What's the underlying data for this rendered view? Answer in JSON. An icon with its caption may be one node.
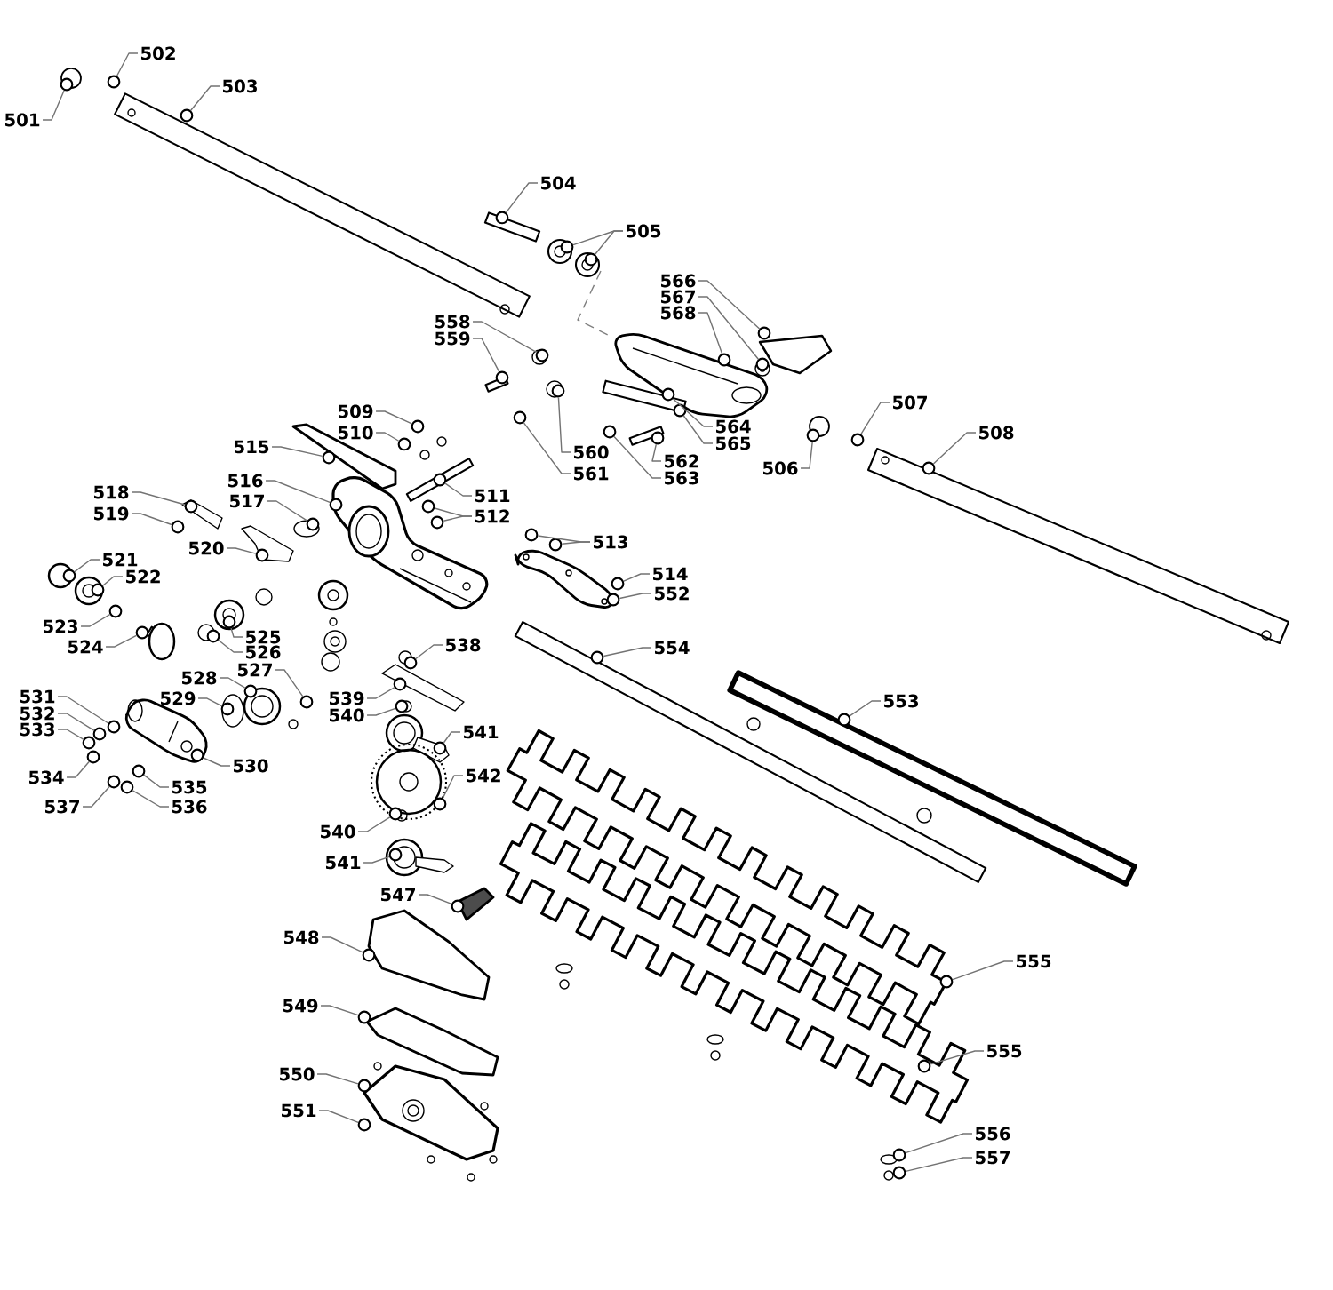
{
  "diagram": {
    "nodes": [
      {
        "text": [
          "501"
        ]
      },
      {
        "text": [
          "502"
        ]
      },
      {
        "text": [
          "503"
        ]
      },
      {
        "text": [
          "504"
        ]
      },
      {
        "text": [
          "505"
        ]
      },
      {
        "text": [
          "506"
        ]
      },
      {
        "text": [
          "507"
        ]
      },
      {
        "text": [
          "508"
        ]
      },
      {
        "text": [
          "509"
        ]
      },
      {
        "text": [
          "510"
        ]
      },
      {
        "text": [
          "511"
        ]
      },
      {
        "text": [
          "512"
        ]
      },
      {
        "text": [
          "513"
        ]
      },
      {
        "text": [
          "514"
        ]
      },
      {
        "text": [
          "515"
        ]
      },
      {
        "text": [
          "516"
        ]
      },
      {
        "text": [
          "517"
        ]
      },
      {
        "text": [
          "518"
        ]
      },
      {
        "text": [
          "519"
        ]
      },
      {
        "text": [
          "520"
        ]
      },
      {
        "text": [
          "521"
        ]
      },
      {
        "text": [
          "522"
        ]
      },
      {
        "text": [
          "523"
        ]
      },
      {
        "text": [
          "524"
        ]
      },
      {
        "text": [
          "525"
        ]
      },
      {
        "text": [
          "526"
        ]
      },
      {
        "text": [
          "527"
        ]
      },
      {
        "text": [
          "528"
        ]
      },
      {
        "text": [
          "529"
        ]
      },
      {
        "text": [
          "530"
        ]
      },
      {
        "text": [
          "531"
        ]
      },
      {
        "text": [
          "532"
        ]
      },
      {
        "text": [
          "533"
        ]
      },
      {
        "text": [
          "534"
        ]
      },
      {
        "text": [
          "535"
        ]
      },
      {
        "text": [
          "536"
        ]
      },
      {
        "text": [
          "537"
        ]
      },
      {
        "text": [
          "538"
        ]
      },
      {
        "text": [
          "539"
        ]
      },
      {
        "text": [
          "540"
        ]
      },
      {
        "text": [
          "541"
        ]
      },
      {
        "text": [
          "542"
        ]
      },
      {
        "text": [
          "540"
        ]
      },
      {
        "text": [
          "541"
        ]
      },
      {
        "text": [
          "547"
        ]
      },
      {
        "text": [
          "548"
        ]
      },
      {
        "text": [
          "549"
        ]
      },
      {
        "text": [
          "550"
        ]
      },
      {
        "text": [
          "551"
        ]
      },
      {
        "text": [
          "552"
        ]
      },
      {
        "text": [
          "553"
        ]
      },
      {
        "text": [
          "554"
        ]
      },
      {
        "text": [
          "555"
        ]
      },
      {
        "text": [
          "555"
        ]
      },
      {
        "text": [
          "556"
        ]
      },
      {
        "text": [
          "557"
        ]
      },
      {
        "text": [
          "558"
        ]
      },
      {
        "text": [
          "559"
        ]
      },
      {
        "text": [
          "560"
        ]
      },
      {
        "text": [
          "561"
        ]
      },
      {
        "text": [
          "562"
        ]
      },
      {
        "text": [
          "563"
        ]
      },
      {
        "text": [
          "564"
        ]
      },
      {
        "text": [
          "565"
        ]
      },
      {
        "text": [
          "566"
        ]
      },
      {
        "text": [
          "567"
        ]
      },
      {
        "text": [
          "568"
        ]
      },
      {
        "text": [],
        "shape": "circle"
      },
      {
        "text": [],
        "shape": "circle"
      },
      {
        "text": [],
        "shape": "circle"
      },
      {
        "text": [],
        "shape": "circle"
      },
      {
        "text": [],
        "shape": "circle"
      },
      {
        "text": [],
        "shape": "circle"
      },
      {
        "text": [],
        "shape": "circle"
      },
      {
        "text": [],
        "shape": "circle"
      },
      {
        "text": [],
        "shape": "circle"
      },
      {
        "text": [],
        "shape": "circle"
      },
      {
        "text": [],
        "shape": "circle"
      },
      {
        "text": [],
        "shape": "circle"
      },
      {
        "text": [],
        "shape": "circle"
      },
      {
        "text": [],
        "shape": "circle"
      },
      {
        "text": [],
        "shape": "circle"
      },
      {
        "text": [],
        "shape": "circle"
      },
      {
        "text": [],
        "shape": "circle"
      },
      {
        "text": [],
        "shape": "circle"
      },
      {
        "text": [],
        "shape": "circle"
      },
      {
        "text": [],
        "shape": "circle"
      },
      {
        "text": [],
        "shape": "circle"
      },
      {
        "text": [],
        "shape": "circle"
      },
      {
        "text": [],
        "shape": "circle"
      },
      {
        "text": [],
        "shape": "circle"
      },
      {
        "text": [],
        "shape": "circle"
      },
      {
        "text": [],
        "shape": "circle"
      },
      {
        "text": [],
        "shape": "circle"
      },
      {
        "text": [],
        "shape": "circle"
      },
      {
        "text": [],
        "shape": "circle"
      },
      {
        "text": [],
        "shape": "circle"
      },
      {
        "text": [],
        "shape": "circle"
      },
      {
        "text": [],
        "shape": "circle"
      },
      {
        "text": [],
        "shape": "circle"
      },
      {
        "text": [],
        "shape": "circle"
      },
      {
        "text": [],
        "shape": "circle"
      },
      {
        "text": [],
        "shape": "circle"
      },
      {
        "text": [],
        "shape": "circle"
      },
      {
        "text": [],
        "shape": "circle"
      },
      {
        "text": [],
        "shape": "circle"
      },
      {
        "text": [],
        "shape": "circle"
      },
      {
        "text": [],
        "shape": "circle"
      },
      {
        "text": [],
        "shape": "circle"
      },
      {
        "text": [],
        "shape": "circle"
      },
      {
        "text": [],
        "shape": "circle"
      },
      {
        "text": [],
        "shape": "circle"
      },
      {
        "text": [],
        "shape": "circle"
      },
      {
        "text": [],
        "shape": "circle"
      },
      {
        "text": [],
        "shape": "circle"
      },
      {
        "text": [],
        "shape": "circle"
      },
      {
        "text": [],
        "shape": "circle"
      },
      {
        "text": [],
        "shape": "circle"
      },
      {
        "text": [],
        "shape": "circle"
      },
      {
        "text": [],
        "shape": "circle"
      },
      {
        "text": [],
        "shape": "circle"
      },
      {
        "text": [],
        "shape": "circle"
      },
      {
        "text": [],
        "shape": "circle"
      },
      {
        "text": [],
        "shape": "circle"
      },
      {
        "text": [],
        "shape": "circle"
      },
      {
        "text": [],
        "shape": "circle"
      },
      {
        "text": [],
        "shape": "circle"
      },
      {
        "text": [],
        "shape": "circle"
      },
      {
        "text": [],
        "shape": "circle"
      },
      {
        "text": [],
        "shape": "circle"
      },
      {
        "text": [],
        "shape": "circle"
      },
      {
        "text": [],
        "shape": "circle"
      },
      {
        "text": [],
        "shape": "circle"
      },
      {
        "text": [],
        "shape": "circle"
      },
      {
        "text": [],
        "shape": "circle"
      },
      {
        "text": [],
        "shape": "circle"
      },
      {
        "text": [],
        "shape": "circle"
      }
    ],
    "edges": [
      {
        "from": 0,
        "to": 67,
        "arrow": "none"
      },
      {
        "from": 1,
        "to": 68,
        "arrow": "none"
      },
      {
        "from": 2,
        "to": 69,
        "arrow": "none"
      },
      {
        "from": 3,
        "to": 70,
        "arrow": "none"
      },
      {
        "from": 4,
        "to": 71,
        "arrow": "none"
      },
      {
        "from": 4,
        "to": 72,
        "arrow": "none"
      },
      {
        "from": 5,
        "to": 73,
        "arrow": "none"
      },
      {
        "from": 6,
        "to": 74,
        "arrow": "none"
      },
      {
        "from": 7,
        "to": 75,
        "arrow": "none"
      },
      {
        "from": 8,
        "to": 76,
        "arrow": "none"
      },
      {
        "from": 9,
        "to": 77,
        "arrow": "none"
      },
      {
        "from": 10,
        "to": 78,
        "arrow": "none"
      },
      {
        "from": 11,
        "to": 79,
        "arrow": "none"
      },
      {
        "from": 11,
        "to": 80,
        "arrow": "none"
      },
      {
        "from": 12,
        "to": 81,
        "arrow": "none"
      },
      {
        "from": 12,
        "to": 82,
        "arrow": "none"
      },
      {
        "from": 13,
        "to": 83,
        "arrow": "none"
      },
      {
        "from": 14,
        "to": 84,
        "arrow": "none"
      },
      {
        "from": 15,
        "to": 85,
        "arrow": "none"
      },
      {
        "from": 16,
        "to": 86,
        "arrow": "none"
      },
      {
        "from": 17,
        "to": 87,
        "arrow": "none"
      },
      {
        "from": 18,
        "to": 88,
        "arrow": "none"
      },
      {
        "from": 19,
        "to": 89,
        "arrow": "none"
      },
      {
        "from": 20,
        "to": 90,
        "arrow": "none"
      },
      {
        "from": 21,
        "to": 91,
        "arrow": "none"
      },
      {
        "from": 22,
        "to": 92,
        "arrow": "none"
      },
      {
        "from": 23,
        "to": 93,
        "arrow": "none"
      },
      {
        "from": 24,
        "to": 94,
        "arrow": "none"
      },
      {
        "from": 25,
        "to": 95,
        "arrow": "none"
      },
      {
        "from": 26,
        "to": 96,
        "arrow": "none"
      },
      {
        "from": 27,
        "to": 97,
        "arrow": "none"
      },
      {
        "from": 28,
        "to": 98,
        "arrow": "none"
      },
      {
        "from": 29,
        "to": 99,
        "arrow": "none"
      },
      {
        "from": 30,
        "to": 100,
        "arrow": "none"
      },
      {
        "from": 31,
        "to": 101,
        "arrow": "none"
      },
      {
        "from": 32,
        "to": 102,
        "arrow": "none"
      },
      {
        "from": 33,
        "to": 103,
        "arrow": "none"
      },
      {
        "from": 34,
        "to": 104,
        "arrow": "none"
      },
      {
        "from": 35,
        "to": 105,
        "arrow": "none"
      },
      {
        "from": 36,
        "to": 106,
        "arrow": "none"
      },
      {
        "from": 37,
        "to": 107,
        "arrow": "none"
      },
      {
        "from": 38,
        "to": 108,
        "arrow": "none"
      },
      {
        "from": 39,
        "to": 109,
        "arrow": "none"
      },
      {
        "from": 40,
        "to": 110,
        "arrow": "none"
      },
      {
        "from": 41,
        "to": 111,
        "arrow": "none"
      },
      {
        "from": 42,
        "to": 112,
        "arrow": "none"
      },
      {
        "from": 43,
        "to": 113,
        "arrow": "none"
      },
      {
        "from": 44,
        "to": 114,
        "arrow": "none"
      },
      {
        "from": 45,
        "to": 115,
        "arrow": "none"
      },
      {
        "from": 46,
        "to": 116,
        "arrow": "none"
      },
      {
        "from": 47,
        "to": 117,
        "arrow": "none"
      },
      {
        "from": 48,
        "to": 118,
        "arrow": "none"
      },
      {
        "from": 49,
        "to": 119,
        "arrow": "none"
      },
      {
        "from": 50,
        "to": 120,
        "arrow": "none"
      },
      {
        "from": 51,
        "to": 121,
        "arrow": "none"
      },
      {
        "from": 52,
        "to": 122,
        "arrow": "none"
      },
      {
        "from": 53,
        "to": 123,
        "arrow": "none"
      },
      {
        "from": 54,
        "to": 124,
        "arrow": "none"
      },
      {
        "from": 55,
        "to": 125,
        "arrow": "none"
      },
      {
        "from": 56,
        "to": 126,
        "arrow": "none"
      },
      {
        "from": 57,
        "to": 127,
        "arrow": "none"
      },
      {
        "from": 58,
        "to": 128,
        "arrow": "none"
      },
      {
        "from": 59,
        "to": 129,
        "arrow": "none"
      },
      {
        "from": 60,
        "to": 130,
        "arrow": "none"
      },
      {
        "from": 61,
        "to": 131,
        "arrow": "none"
      },
      {
        "from": 62,
        "to": 132,
        "arrow": "none"
      },
      {
        "from": 63,
        "to": 133,
        "arrow": "none"
      },
      {
        "from": 64,
        "to": 134,
        "arrow": "none"
      },
      {
        "from": 65,
        "to": 135,
        "arrow": "none"
      },
      {
        "from": 66,
        "to": 136,
        "arrow": "none"
      }
    ]
  }
}
